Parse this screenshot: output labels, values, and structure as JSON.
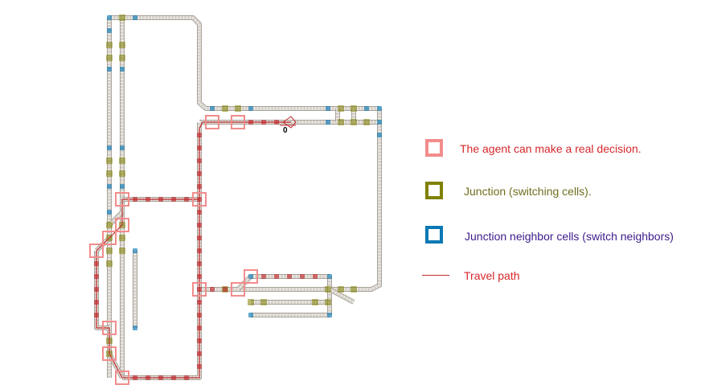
{
  "colors": {
    "decision": "#f28c8c",
    "junction": "#808000",
    "neighbor": "#0a78b4",
    "path": "#c0282d",
    "decision_text": "#d7262b",
    "junction_text": "#6e6e1e",
    "neighbor_text": "#3d1a8a",
    "path_text": "#d7262b",
    "rail": "#d7d3cc",
    "rail_edge": "#a8a39a"
  },
  "legend": {
    "decision": {
      "label": "The agent can make a real decision.",
      "icon": "pink-square-icon"
    },
    "junction": {
      "label": "Junction (switching cells).",
      "icon": "olive-square-icon"
    },
    "neighbor": {
      "label": "Junction neighbor cells (switch neighbors)",
      "icon": "blue-square-icon"
    },
    "path": {
      "label": "Travel path",
      "icon": "red-line-icon"
    }
  },
  "map": {
    "agent_label": "0",
    "train_icon": "train-icon"
  }
}
